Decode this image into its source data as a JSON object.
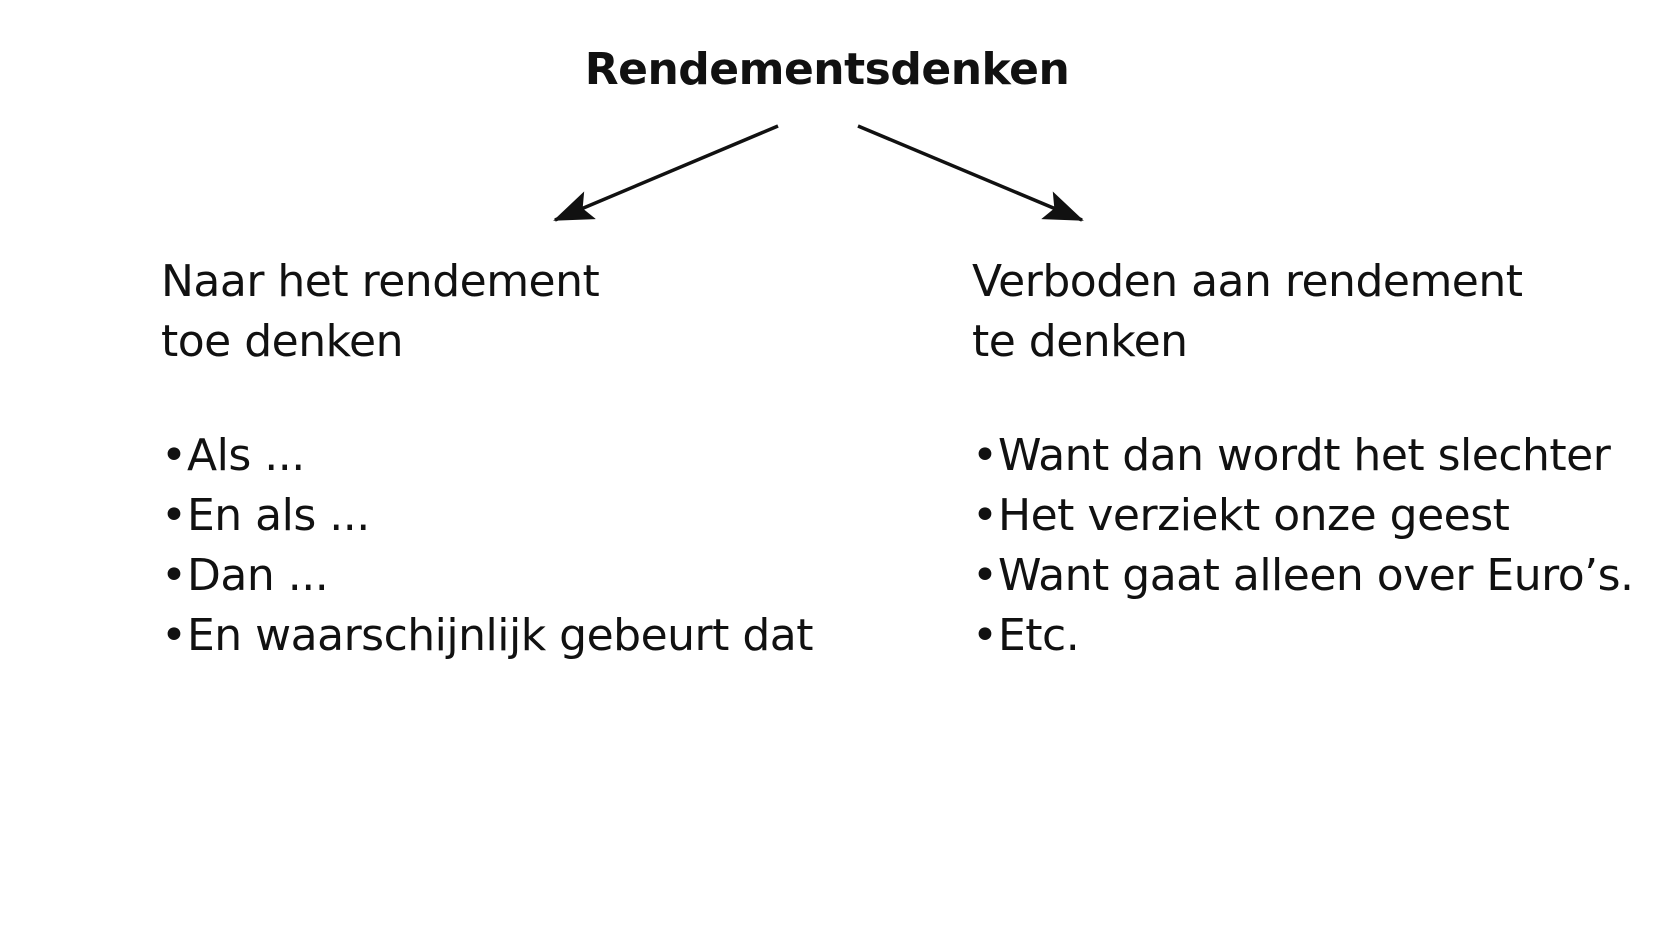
{
  "title": "Rendementsdenken",
  "left": {
    "heading_line1": "Naar het rendement",
    "heading_line2": "toe denken",
    "bullets": [
      "Als ...",
      "En als ...",
      "Dan ...",
      "En waarschijnlijk gebeurt dat"
    ]
  },
  "right": {
    "heading_line1": "Verboden aan rendement",
    "heading_line2": "te denken",
    "bullets": [
      "Want dan wordt het slechter",
      "Het verziekt onze geest",
      "Want gaat alleen over Euro’s.",
      "Etc."
    ]
  },
  "bullet_symbol": "•",
  "colors": {
    "text": "#111111",
    "arrow": "#111111",
    "background": "#ffffff"
  }
}
